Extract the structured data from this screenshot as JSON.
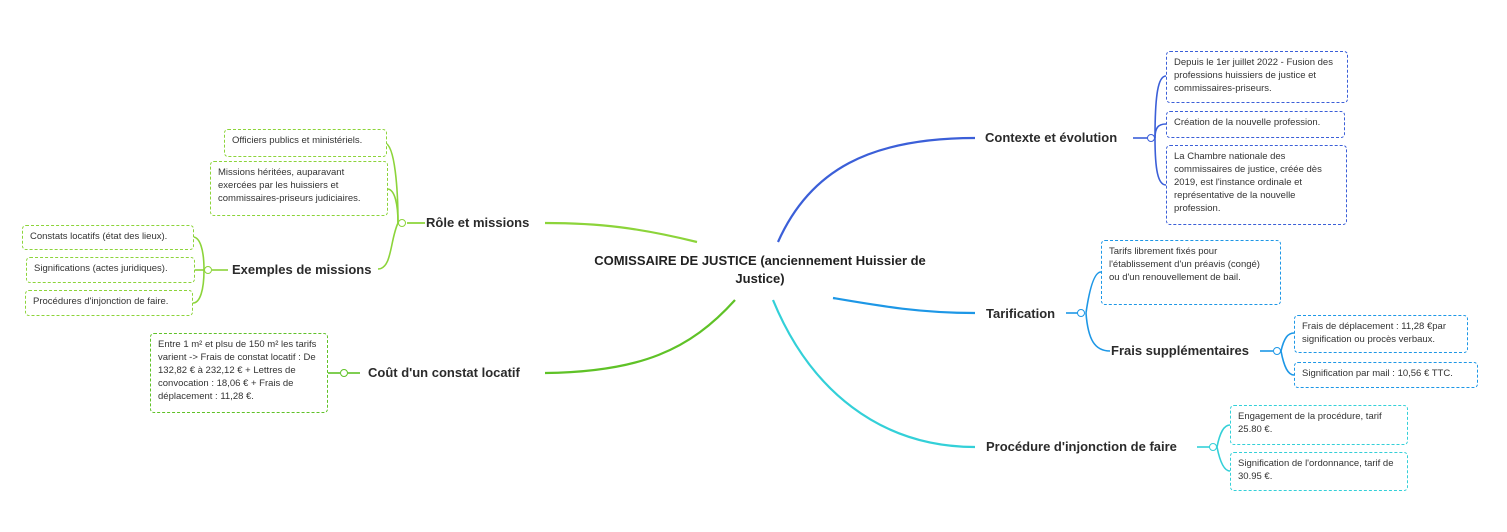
{
  "central": {
    "title": "COMISSAIRE DE JUSTICE (anciennement Huissier de Justice)"
  },
  "branches": {
    "role": {
      "label": "Rôle et missions",
      "notes": [
        "Officiers publics et ministériels.",
        "Missions héritées, auparavant exercées par les huissiers et commissaires-priseurs judiciaires."
      ]
    },
    "exemples": {
      "label": "Exemples de missions",
      "notes": [
        "Constats locatifs (état des lieux).",
        "Significations (actes juridiques).",
        "Procédures d'injonction de faire."
      ]
    },
    "cout": {
      "label": "Coût d'un constat locatif",
      "note": "Entre 1 m² et plsu de 150 m² les tarifs varient -> Frais de constat locatif : De 132,82 € à 232,12 € + Lettres de convocation : 18,06 € + Frais de déplacement : 11,28 €."
    },
    "contexte": {
      "label": "Contexte et évolution",
      "notes": [
        "Depuis le 1er juillet 2022 - Fusion des professions huissiers de justice et commissaires-priseurs.",
        "Création de la nouvelle profession.",
        "La Chambre nationale des commissaires de justice, créée dès 2019, est l'instance ordinale et représentative de la nouvelle profession."
      ]
    },
    "tarification": {
      "label": "Tarification",
      "note": "Tarifs librement fixés pour l'établissement d'un préavis (congé) ou d'un renouvellement de bail."
    },
    "frais": {
      "label": "Frais supplémentaires",
      "notes": [
        "Frais de déplacement : 11,28 €par signification ou procès verbaux.",
        "Signification par mail : 10,56 € TTC."
      ]
    },
    "procedure": {
      "label": "Procédure d'injonction de faire",
      "notes": [
        "Engagement de la procédure, tarif 25.80 €.",
        "Signification de l'ordonnance, tarif de 30.95 €."
      ]
    }
  },
  "colors": {
    "green": "#8cd43a",
    "dark_green": "#5fc227",
    "blue": "#3b5fd8",
    "light_blue": "#1d97e6",
    "cyan": "#33d0d8"
  }
}
